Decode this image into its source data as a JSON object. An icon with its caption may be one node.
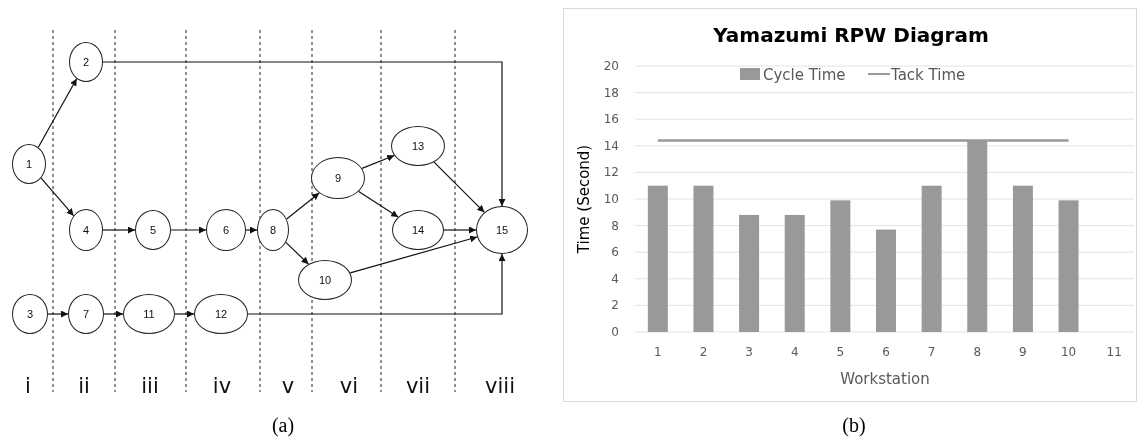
{
  "diagram": {
    "nodes": [
      {
        "text": [
          "1"
        ]
      },
      {
        "text": [
          "2"
        ]
      },
      {
        "text": [
          "3"
        ]
      },
      {
        "text": [
          "4"
        ]
      },
      {
        "text": [
          "5"
        ]
      },
      {
        "text": [
          "6"
        ]
      },
      {
        "text": [
          "7"
        ]
      },
      {
        "text": [
          "11"
        ]
      },
      {
        "text": [
          "12"
        ]
      },
      {
        "text": [
          "8"
        ]
      },
      {
        "text": [
          "9"
        ]
      },
      {
        "text": [
          "10"
        ]
      },
      {
        "text": [
          "13"
        ]
      },
      {
        "text": [
          "14"
        ]
      },
      {
        "text": [
          "15"
        ]
      }
    ],
    "edges": [
      {
        "from": 0,
        "to": 1,
        "arrow": "to"
      },
      {
        "from": 0,
        "to": 3,
        "arrow": "to"
      },
      {
        "from": 1,
        "to": 14,
        "arrow": "to"
      },
      {
        "from": 2,
        "to": 6,
        "arrow": "to"
      },
      {
        "from": 6,
        "to": 7,
        "arrow": "to"
      },
      {
        "from": 7,
        "to": 8,
        "arrow": "to"
      },
      {
        "from": 8,
        "to": 14,
        "arrow": "to"
      },
      {
        "from": 3,
        "to": 4,
        "arrow": "to"
      },
      {
        "from": 4,
        "to": 5,
        "arrow": "to"
      },
      {
        "from": 5,
        "to": 9,
        "arrow": "to"
      },
      {
        "from": 9,
        "to": 10,
        "arrow": "to"
      },
      {
        "from": 9,
        "to": 11,
        "arrow": "to"
      },
      {
        "from": 10,
        "to": 12,
        "arrow": "to"
      },
      {
        "from": 10,
        "to": 13,
        "arrow": "to"
      },
      {
        "from": 12,
        "to": 14,
        "arrow": "to"
      },
      {
        "from": 13,
        "to": 14,
        "arrow": "to"
      },
      {
        "from": 11,
        "to": 14,
        "arrow": "to"
      }
    ],
    "labels": [
      "i",
      "ii",
      "iii",
      "iv",
      "v",
      "vi",
      "vii",
      "viii",
      "(a)",
      "(b)"
    ],
    "chart_data": {
      "type": "bar",
      "title": "Yamazumi RPW Diagram",
      "xlabel": "Workstation",
      "ylabel": "Time (Second)",
      "categories": [
        "1",
        "2",
        "3",
        "4",
        "5",
        "6",
        "7",
        "8",
        "9",
        "10",
        "11"
      ],
      "series": [
        {
          "name": "Cycle Time",
          "color": "#999999",
          "values": [
            11,
            11,
            8.8,
            8.8,
            9.9,
            7.7,
            11,
            14.4,
            11,
            9.9,
            null
          ]
        },
        {
          "name": "Tack Time",
          "type": "line",
          "color": "#999999",
          "values": [
            14.4,
            14.4,
            14.4,
            14.4,
            14.4,
            14.4,
            14.4,
            14.4,
            14.4,
            14.4,
            null
          ]
        }
      ],
      "grid": true,
      "legend": "top",
      "ylim": [
        0,
        20
      ],
      "yticks": [
        0,
        2,
        4,
        6,
        8,
        10,
        12,
        14,
        16,
        18,
        20
      ]
    }
  }
}
